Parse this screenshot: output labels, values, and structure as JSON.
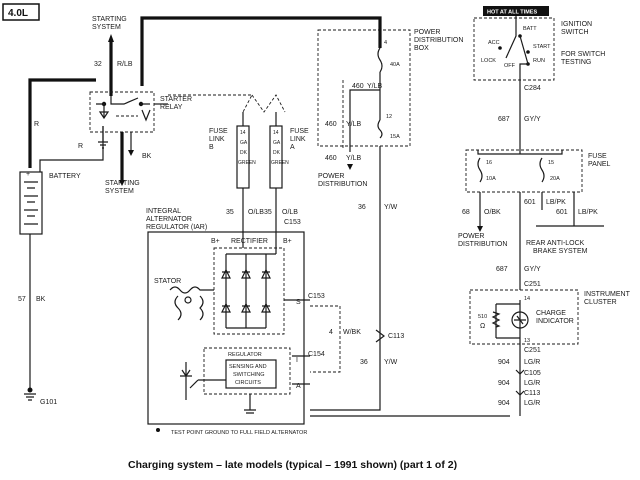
{
  "engine": "4.0L",
  "caption": "Charging system – late models (typical – 1991 shown) (part 1 of 2)",
  "starting_system_top": [
    "STARTING",
    "SYSTEM"
  ],
  "starting_system_bottom": [
    "STARTING",
    "SYSTEM"
  ],
  "starter_relay": [
    "STARTER",
    "RELAY"
  ],
  "battery": "BATTERY",
  "wire_32": "32",
  "wire_r_lb": "R/LB",
  "wire_r": "R",
  "wire_bk": "BK",
  "wire_57": "57",
  "wire_57_color": "BK",
  "ground_g101": "G101",
  "fuse_link_b": [
    "FUSE",
    "LINK",
    "B"
  ],
  "fuse_link_a": [
    "FUSE",
    "LINK",
    "A"
  ],
  "fuse_link_text": [
    "14",
    "GA",
    "DK",
    "GREEN"
  ],
  "wire_35a": "35",
  "wire_35a_color": "O/LB",
  "wire_35b": "35",
  "wire_35b_color": "O/LB",
  "c153_top": "C153",
  "iar": [
    "INTEGRAL",
    "ALTERNATOR",
    "REGULATOR (IAR)"
  ],
  "rectifier": "RECTIFIER",
  "b_plus_left": "B+",
  "b_plus_right": "B+",
  "stator": "STATOR",
  "term_s": "S",
  "term_i": "I",
  "term_a": "A",
  "c153_mid": "C153",
  "wire_4": "4",
  "wire_4_color": "W/BK",
  "c154": "C154",
  "regulator": "REGULATOR",
  "sensing": [
    "SENSING AND",
    "SWITCHING",
    "CIRCUITS"
  ],
  "test_point": "TEST POINT GROUND TO FULL FIELD ALTERNATOR",
  "pdb": [
    "POWER",
    "DISTRIBUTION",
    "BOX"
  ],
  "pdb_fuse_top": "4",
  "pdb_fuse_40a": "40A",
  "pdb_fuse_12": "12",
  "pdb_fuse_15a": "15A",
  "wire_460a": "460",
  "wire_460a_color": "Y/LB",
  "wire_460b": "460",
  "wire_460b_color": "Y/LB",
  "wire_460c": "460",
  "wire_460c_color": "Y/LB",
  "power_dist_left": [
    "POWER",
    "DISTRIBUTION"
  ],
  "wire_36a": "36",
  "wire_36a_color": "Y/W",
  "c113_mid": "C113",
  "wire_36b": "36",
  "wire_36b_color": "Y/W",
  "hot_at_all_times": "HOT AT ALL TIMES",
  "ignition_switch": [
    "IGNITION",
    "SWITCH"
  ],
  "switch_testing": [
    "FOR SWITCH",
    "TESTING"
  ],
  "sw_acc": "ACC",
  "sw_batt": "BATT",
  "sw_lock": "LOCK",
  "sw_off": "OFF",
  "sw_start": "START",
  "sw_run": "RUN",
  "c284": "C284",
  "wire_687a": "687",
  "wire_687a_color": "GY/Y",
  "fuse_panel": [
    "FUSE",
    "PANEL"
  ],
  "fp_16": "16",
  "fp_15": "15",
  "fp_10a": "10A",
  "fp_20a": "20A",
  "wire_68": "68",
  "wire_68_color": "O/BK",
  "wire_601a": "601",
  "wire_601a_color": "LB/PK",
  "wire_601b": "601",
  "wire_601b_color": "LB/PK",
  "power_dist_right": [
    "POWER",
    "DISTRIBUTION"
  ],
  "rear_abs": [
    "REAR ANTI-LOCK",
    "BRAKE SYSTEM"
  ],
  "wire_687b": "687",
  "wire_687b_color": "GY/Y",
  "c251_top": "C251",
  "instrument_cluster": [
    "INSTRUMENT",
    "CLUSTER"
  ],
  "ic_pin_14": "14",
  "ic_pin_13": "13",
  "resistor_value": "510",
  "ohm": "Ω",
  "charge_indicator": [
    "CHARGE",
    "INDICATOR"
  ],
  "c251_bot": "C251",
  "wire_904a": "904",
  "wire_904a_color": "LG/R",
  "c105": "C105",
  "wire_904b": "904",
  "wire_904b_color": "LG/R",
  "c113_right": "C113",
  "wire_904c": "904",
  "wire_904c_color": "LG/R"
}
